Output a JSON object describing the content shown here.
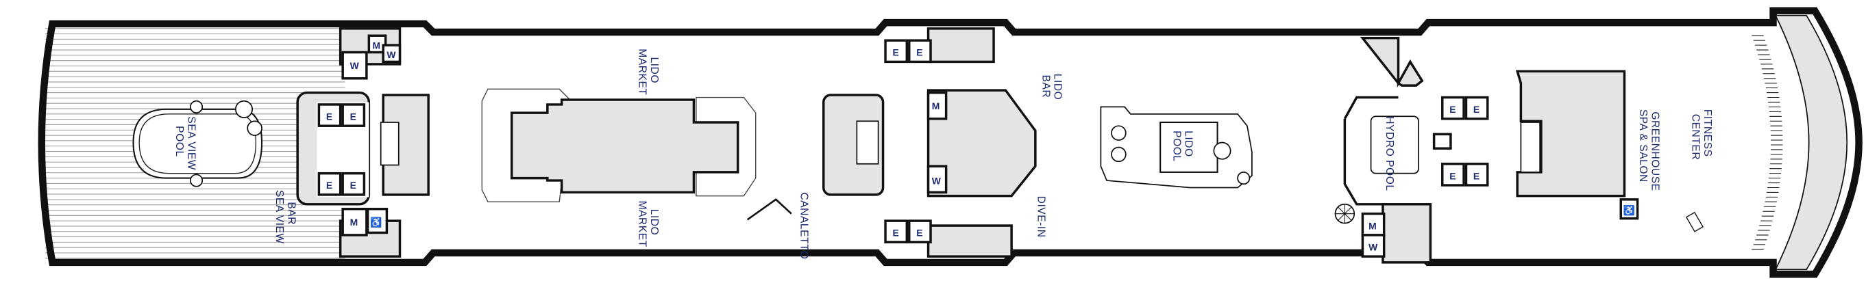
{
  "deck_plan": {
    "venues": {
      "sea_view_pool": [
        "SEA VIEW",
        "POOL"
      ],
      "sea_view_bar": [
        "SEA VIEW",
        "BAR"
      ],
      "lido_market_top": [
        "LIDO",
        "MARKET"
      ],
      "lido_market_bottom": [
        "LIDO",
        "MARKET"
      ],
      "canaletto": "CANALETTO",
      "lido_bar": [
        "LIDO",
        "BAR"
      ],
      "dive_in": "DIVE-IN",
      "lido_pool": [
        "LIDO",
        "POOL"
      ],
      "hydro_pool": "HYDRO POOL",
      "greenhouse": [
        "GREENHOUSE",
        "SPA & SALON"
      ],
      "fitness": [
        "FITNESS",
        "CENTER"
      ]
    },
    "symbols": {
      "elevator": "E",
      "men": "M",
      "women": "W"
    },
    "icons": [
      "wheelchair-icon",
      "stairs-icon",
      "spiral-stair-icon"
    ],
    "colors": {
      "wall": "#111111",
      "fill": "#e4e4e4",
      "label": "#1c2a6e"
    }
  }
}
